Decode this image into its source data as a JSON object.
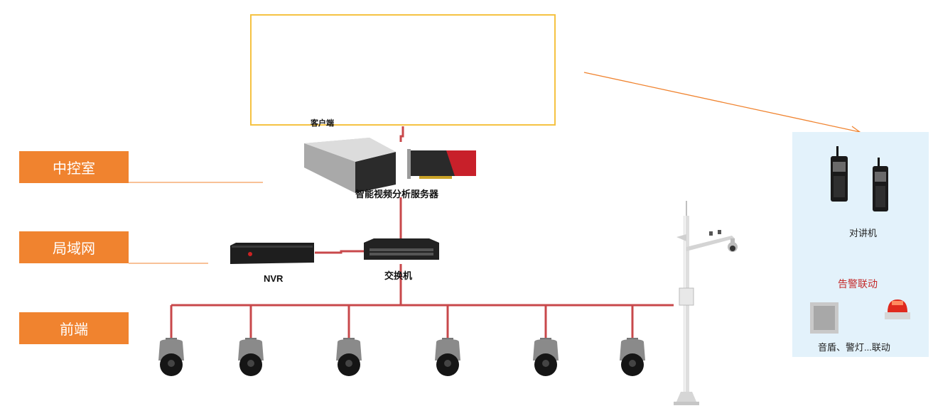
{
  "tiers": {
    "control_room": "中控室",
    "lan": "局域网",
    "front_end": "前端"
  },
  "labels": {
    "client": "客户端",
    "server": "智能视频分析服务器",
    "nvr": "NVR",
    "switch": "交换机",
    "radio": "对讲机",
    "alarm": "告警联动",
    "alarm_devices": "音盾、警灯...联动"
  },
  "colors": {
    "tier_bg": "#f0832f",
    "link": "#c8484b",
    "arrow": "#f0832f",
    "panel_bg": "#e3f2fb",
    "client_border": "#f5c242",
    "alarm_text": "#c42a2a"
  }
}
